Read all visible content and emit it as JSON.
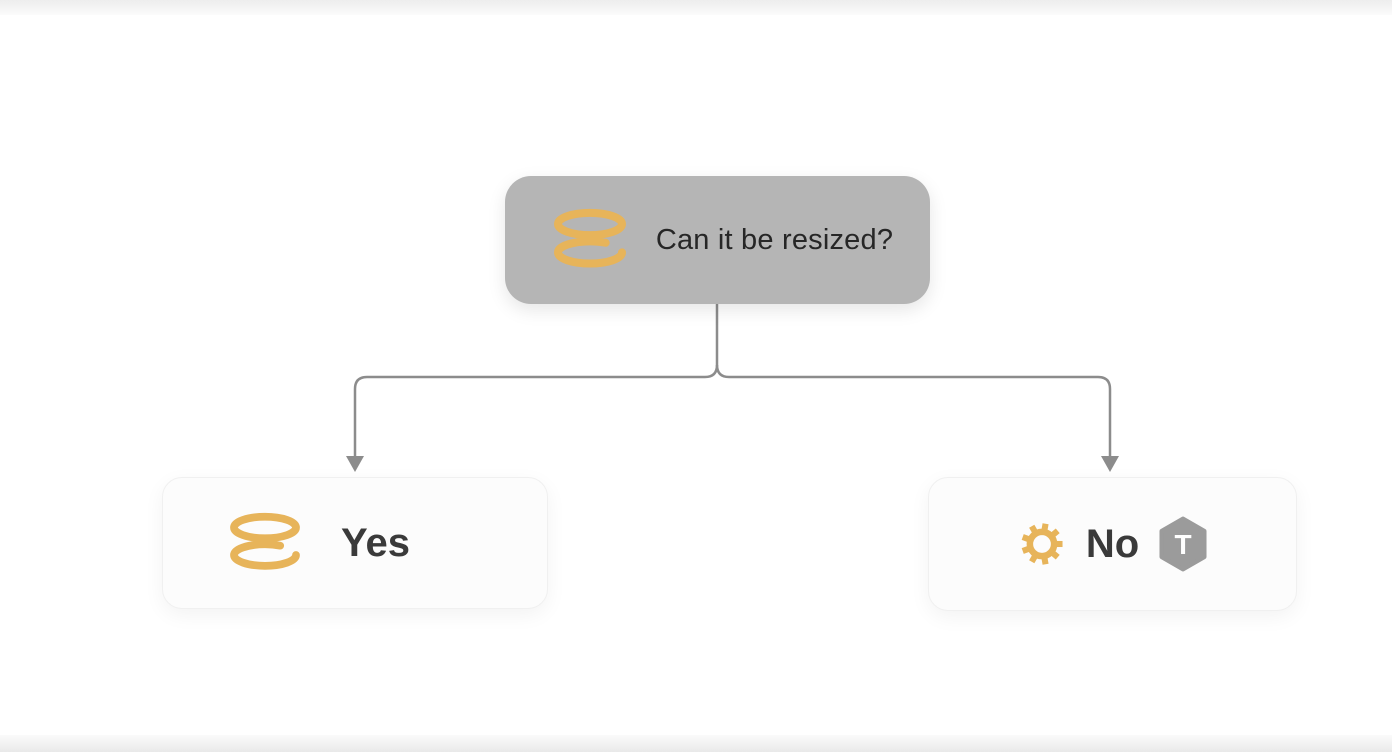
{
  "diagram": {
    "root": {
      "label": "Can it be resized?",
      "icon": "coil-cylinder-icon"
    },
    "branches": [
      {
        "label": "Yes",
        "icon": "coil-cylinder-icon"
      },
      {
        "label": "No",
        "icon": "gear-icon",
        "cube_icon": "cube-icon",
        "cube_letter": "T"
      }
    ],
    "colors": {
      "root_box_gray": "#b5b5b5",
      "node_background": "#fcfcfc",
      "accent_gold": "#e7b45a",
      "connector_gray": "#8c8c8c",
      "text_dark": "#2e2e2e",
      "cube_gray": "#9b9b9b"
    }
  }
}
